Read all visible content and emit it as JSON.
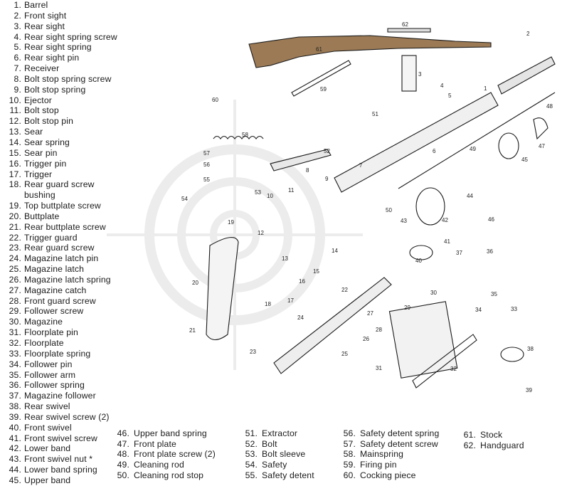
{
  "legend": {
    "column1": [
      {
        "num": "1.",
        "name": "Barrel"
      },
      {
        "num": "2.",
        "name": "Front sight"
      },
      {
        "num": "3.",
        "name": "Rear sight"
      },
      {
        "num": "4.",
        "name": "Rear sight spring screw"
      },
      {
        "num": "5.",
        "name": "Rear sight spring"
      },
      {
        "num": "6.",
        "name": "Rear sight pin"
      },
      {
        "num": "7.",
        "name": "Receiver"
      },
      {
        "num": "8.",
        "name": "Bolt stop spring screw"
      },
      {
        "num": "9.",
        "name": "Bolt stop spring"
      },
      {
        "num": "10.",
        "name": "Ejector"
      },
      {
        "num": "11.",
        "name": "Bolt stop"
      },
      {
        "num": "12.",
        "name": "Bolt stop pin"
      },
      {
        "num": "13.",
        "name": "Sear"
      },
      {
        "num": "14.",
        "name": "Sear spring"
      },
      {
        "num": "15.",
        "name": "Sear pin"
      },
      {
        "num": "16.",
        "name": "Trigger pin"
      },
      {
        "num": "17.",
        "name": "Trigger"
      },
      {
        "num": "18.",
        "name": "Rear guard screw"
      },
      {
        "num": "",
        "name": "bushing"
      },
      {
        "num": "19.",
        "name": "Top buttplate screw"
      },
      {
        "num": "20.",
        "name": "Buttplate"
      },
      {
        "num": "21.",
        "name": "Rear buttplate screw"
      },
      {
        "num": "22.",
        "name": "Trigger guard"
      },
      {
        "num": "23.",
        "name": "Rear guard screw"
      },
      {
        "num": "24.",
        "name": "Magazine latch pin"
      },
      {
        "num": "25.",
        "name": "Magazine latch"
      },
      {
        "num": "26.",
        "name": "Magazine latch spring"
      },
      {
        "num": "27.",
        "name": "Magazine catch"
      },
      {
        "num": "28.",
        "name": "Front guard screw"
      },
      {
        "num": "29.",
        "name": "Follower screw"
      },
      {
        "num": "30.",
        "name": "Magazine"
      },
      {
        "num": "31.",
        "name": "Floorplate pin"
      },
      {
        "num": "32.",
        "name": "Floorplate"
      },
      {
        "num": "33.",
        "name": "Floorplate spring"
      },
      {
        "num": "34.",
        "name": "Follower pin"
      },
      {
        "num": "35.",
        "name": "Follower arm"
      },
      {
        "num": "36.",
        "name": "Follower spring"
      },
      {
        "num": "37.",
        "name": "Magazine follower"
      },
      {
        "num": "38.",
        "name": "Rear swivel"
      },
      {
        "num": "39.",
        "name": "Rear swivel screw (2)"
      },
      {
        "num": "40.",
        "name": "Front swivel"
      },
      {
        "num": "41.",
        "name": "Front swivel screw"
      },
      {
        "num": "42.",
        "name": "Lower band"
      },
      {
        "num": "43.",
        "name": "Front swivel nut *"
      },
      {
        "num": "44.",
        "name": "Lower band spring"
      },
      {
        "num": "45.",
        "name": "Upper band"
      }
    ],
    "column2": [
      {
        "num": "46.",
        "name": "Upper band spring"
      },
      {
        "num": "47.",
        "name": "Front plate"
      },
      {
        "num": "48.",
        "name": "Front plate screw (2)"
      },
      {
        "num": "49.",
        "name": "Cleaning rod"
      },
      {
        "num": "50.",
        "name": "Cleaning rod stop"
      }
    ],
    "column3": [
      {
        "num": "51.",
        "name": "Extractor"
      },
      {
        "num": "52.",
        "name": "Bolt"
      },
      {
        "num": "53.",
        "name": "Bolt sleeve"
      },
      {
        "num": "54.",
        "name": "Safety"
      },
      {
        "num": "55.",
        "name": "Safety detent"
      }
    ],
    "column4": [
      {
        "num": "56.",
        "name": "Safety detent spring"
      },
      {
        "num": "57.",
        "name": "Safety detent screw"
      },
      {
        "num": "58.",
        "name": "Mainspring"
      },
      {
        "num": "59.",
        "name": "Firing pin"
      },
      {
        "num": "60.",
        "name": "Cocking piece"
      }
    ],
    "column5": [
      {
        "num": "61.",
        "name": "Stock"
      },
      {
        "num": "62.",
        "name": "Handguard"
      }
    ]
  },
  "callouts": [
    "1",
    "2",
    "3",
    "4",
    "5",
    "6",
    "7",
    "8",
    "9",
    "10",
    "11",
    "12",
    "13",
    "14",
    "15",
    "16",
    "17",
    "18",
    "19",
    "20",
    "21",
    "22",
    "23",
    "24",
    "25",
    "26",
    "27",
    "28",
    "29",
    "30",
    "31",
    "32",
    "33",
    "34",
    "35",
    "36",
    "37",
    "38",
    "39",
    "40",
    "41",
    "42",
    "43",
    "44",
    "45",
    "46",
    "47",
    "48",
    "49",
    "50",
    "51",
    "52",
    "53",
    "54",
    "55",
    "56",
    "57",
    "58",
    "59",
    "60",
    "61",
    "62"
  ],
  "colors": {
    "ink": "#1a1a1a",
    "stock_wood": "#8a6a4a",
    "watermark": "#e8e8e8",
    "background": "#ffffff"
  }
}
